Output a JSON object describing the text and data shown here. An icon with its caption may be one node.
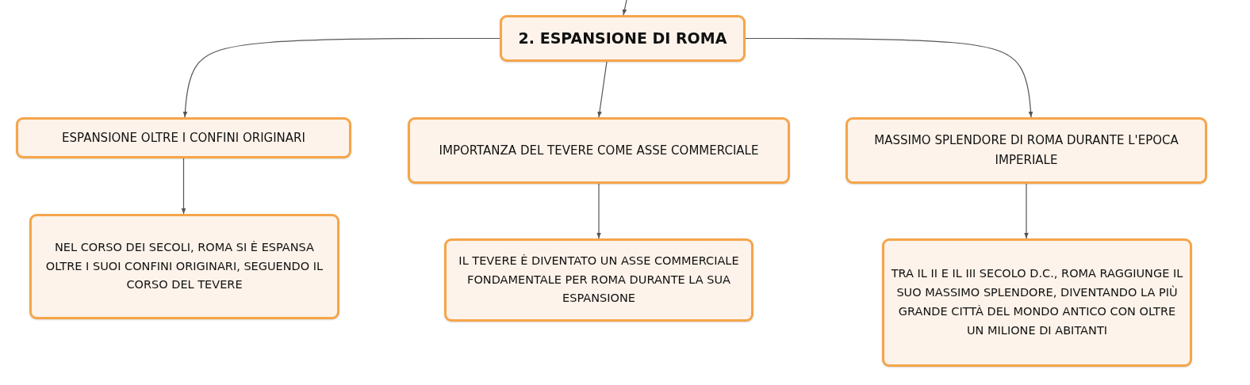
{
  "diagram": {
    "nodes": [
      {
        "text": [
          "2. ESPANSIONE DI ROMA"
        ]
      },
      {
        "text": [
          "ESPANSIONE OLTRE I CONFINI ORIGINARI"
        ]
      },
      {
        "text": [
          "IMPORTANZA DEL TEVERE COME ASSE COMMERCIALE"
        ]
      },
      {
        "text": [
          "MASSIMO SPLENDORE DI ROMA DURANTE L'EPOCA IMPERIALE"
        ]
      },
      {
        "text": [
          "NEL CORSO DEI SECOLI, ROMA SI È ESPANSA OLTRE I SUOI CONFINI ORIGINARI, SEGUENDO IL CORSO DEL TEVERE"
        ]
      },
      {
        "text": [
          "IL TEVERE È DIVENTATO UN ASSE COMMERCIALE FONDAMENTALE PER ROMA DURANTE LA SUA ESPANSIONE"
        ]
      },
      {
        "text": [
          "TRA IL II E IL III SECOLO D.C., ROMA RAGGIUNGE IL SUO MASSIMO SPLENDORE, DIVENTANDO LA PIÙ GRANDE CITTÀ DEL MONDO ANTICO CON OLTRE UN MILIONE DI ABITANTI"
        ]
      }
    ],
    "edges": [
      {
        "from": null,
        "to": 0,
        "arrow": "to"
      },
      {
        "from": 0,
        "to": 1,
        "arrow": "to"
      },
      {
        "from": 0,
        "to": 2,
        "arrow": "to"
      },
      {
        "from": 0,
        "to": 3,
        "arrow": "to"
      },
      {
        "from": 1,
        "to": 4,
        "arrow": "to"
      },
      {
        "from": 2,
        "to": 5,
        "arrow": "to"
      },
      {
        "from": 3,
        "to": 6,
        "arrow": "to"
      }
    ]
  }
}
